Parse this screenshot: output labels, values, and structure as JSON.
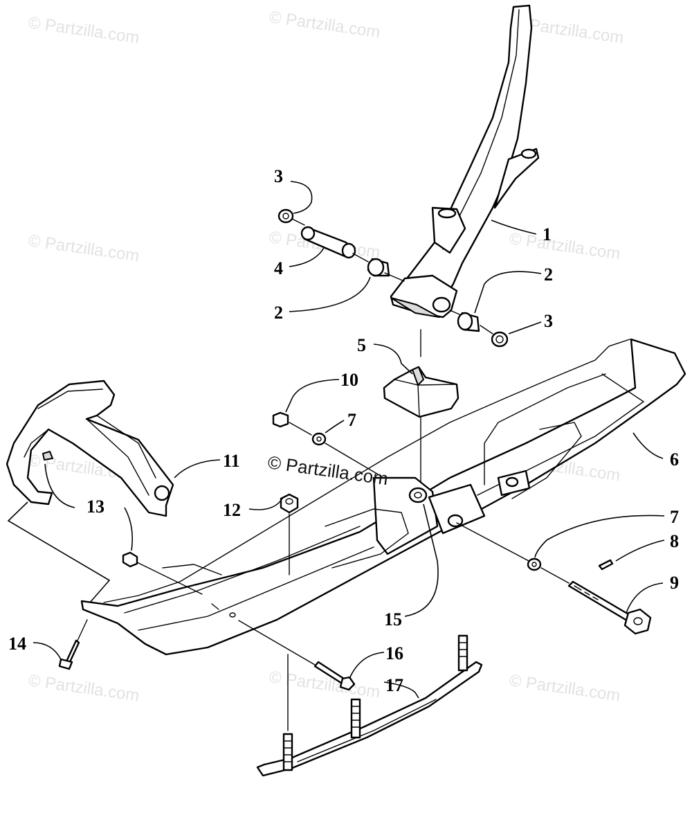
{
  "watermark": {
    "text": "© Partzilla.com",
    "color": "#e2e2e2",
    "center_text": "© Partzilla.com"
  },
  "callouts": {
    "c1": "1",
    "c2a": "2",
    "c2b": "2",
    "c3a": "3",
    "c3b": "3",
    "c4": "4",
    "c5": "5",
    "c6": "6",
    "c7a": "7",
    "c7b": "7",
    "c8": "8",
    "c9": "9",
    "c10": "10",
    "c11": "11",
    "c12": "12",
    "c13": "13",
    "c14": "14",
    "c15": "15",
    "c16": "16",
    "c17": "17"
  }
}
